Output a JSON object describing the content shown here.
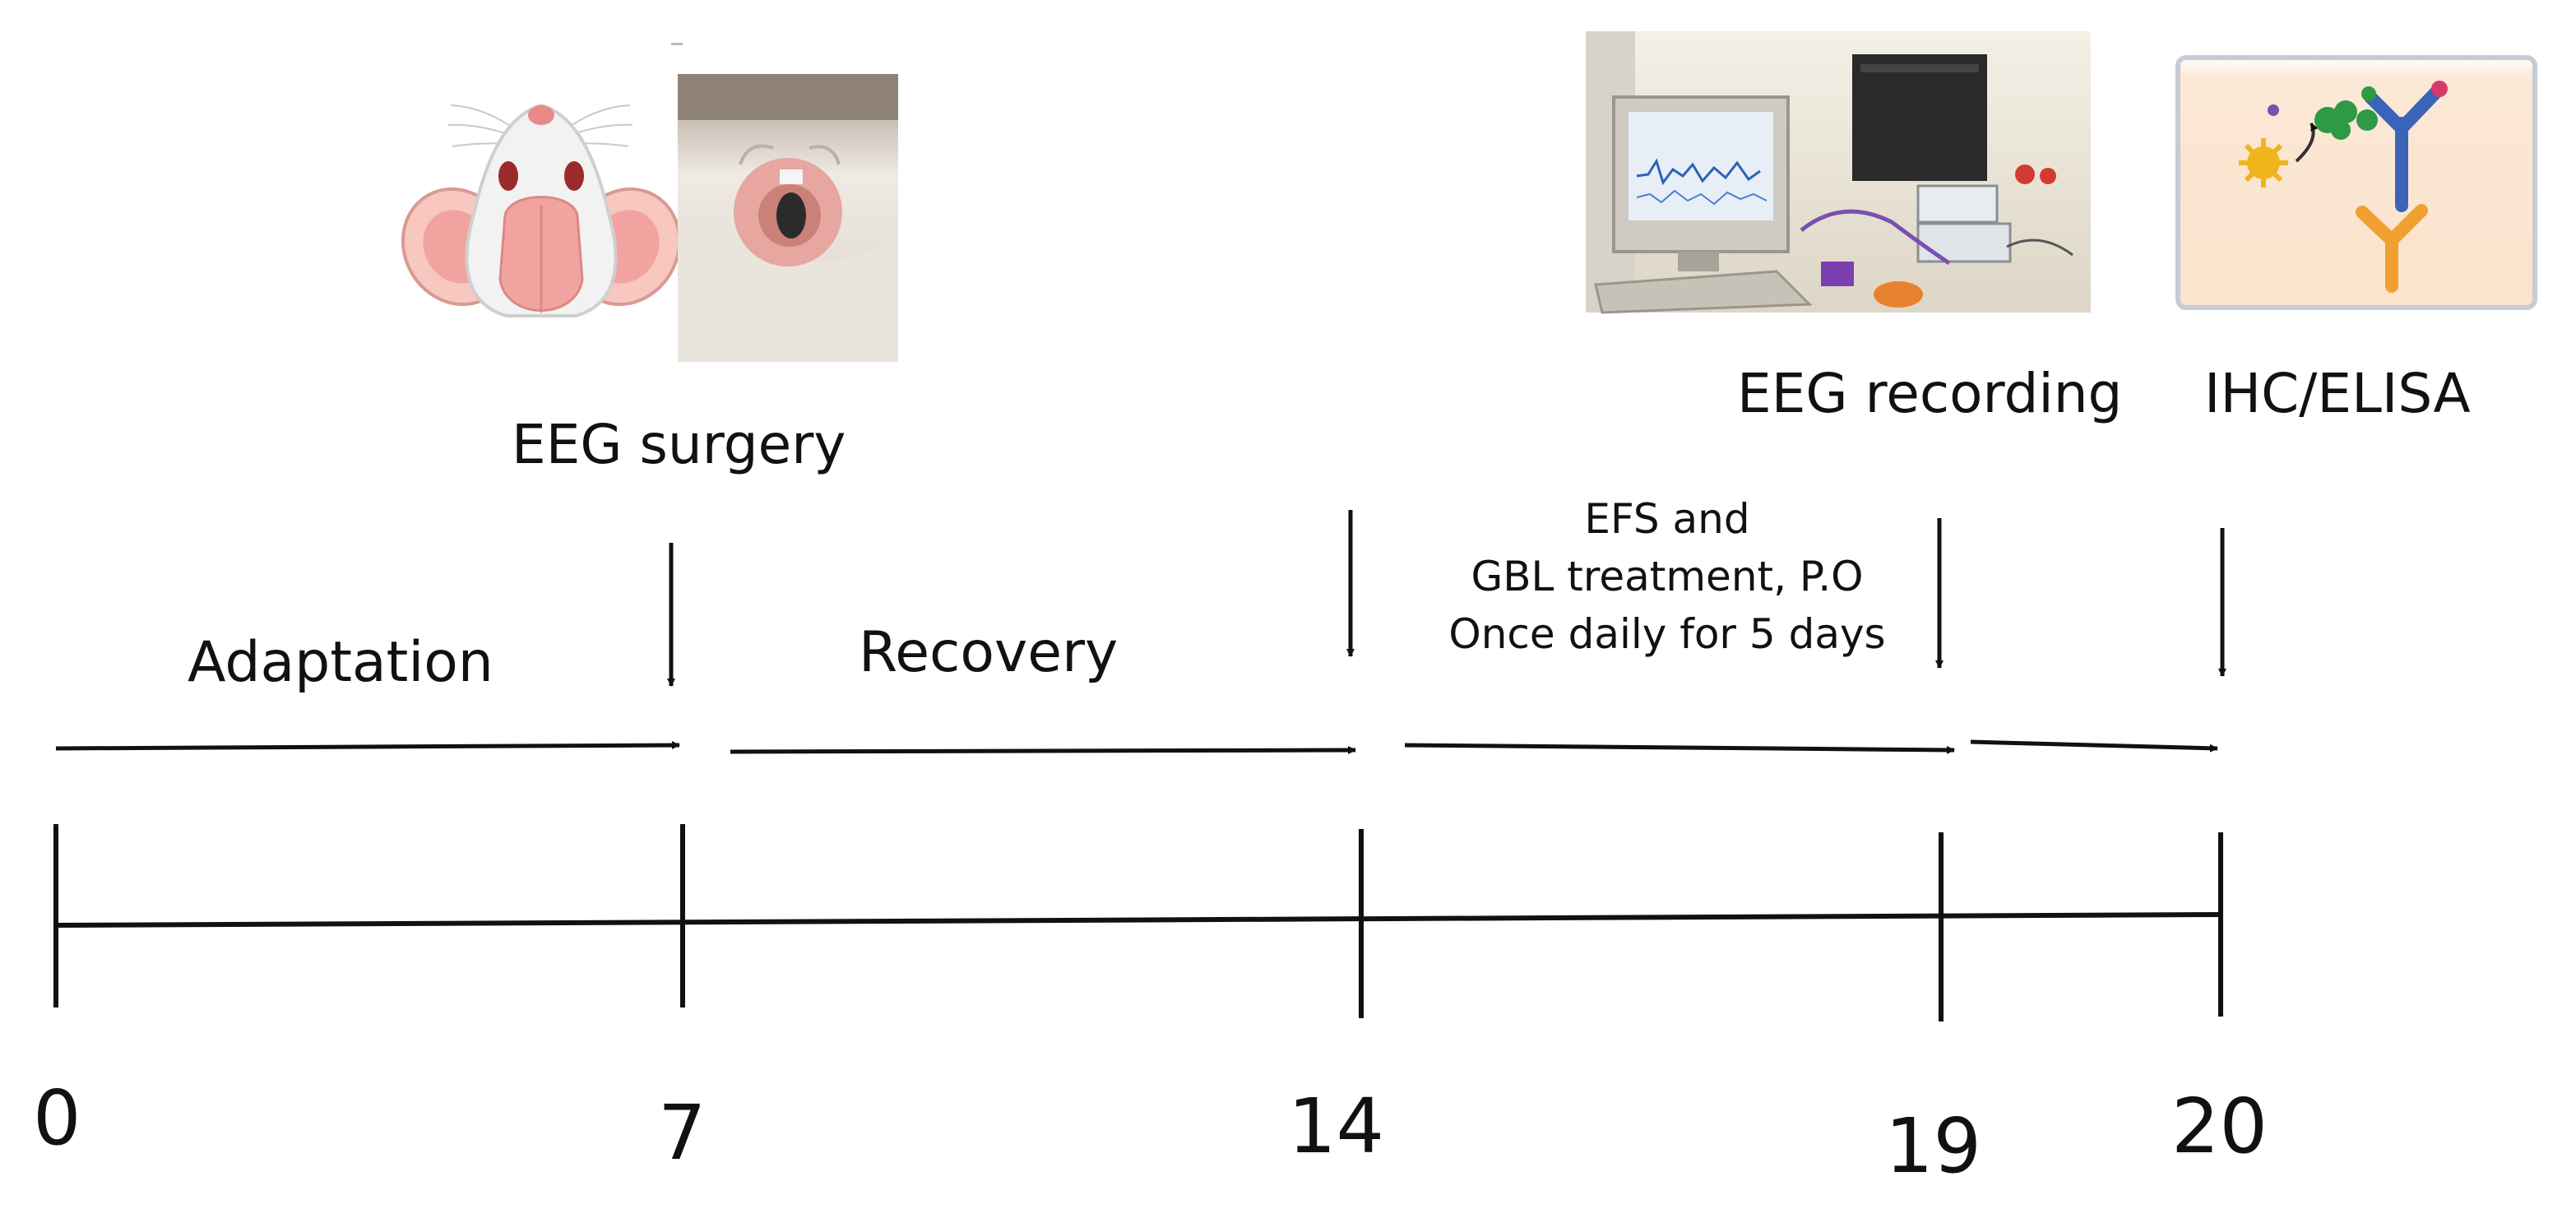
{
  "timeline": {
    "days": [
      "0",
      "7",
      "14",
      "19",
      "20"
    ],
    "phases": {
      "adaptation": "Adaptation",
      "recovery": "Recovery"
    },
    "events": {
      "surgery": "EEG surgery",
      "recording": "EEG recording",
      "assay": "IHC/ELISA"
    },
    "treatment": {
      "line1": "EFS and",
      "line2": "GBL treatment, P.O",
      "line3": "Once daily for 5 days"
    }
  },
  "icons": {
    "surgery_illustration": "rat-head-illustration-icon",
    "surgery_photo": "rat-surgery-photo-icon",
    "recording_photo": "eeg-recording-setup-photo-icon",
    "assay_illustration": "antibody-elisa-icon"
  },
  "colors": {
    "line": "#111111",
    "rat_pink": "#f2a3a0",
    "antibody_blue": "#3b63b8",
    "antibody_orange": "#f0a030"
  }
}
